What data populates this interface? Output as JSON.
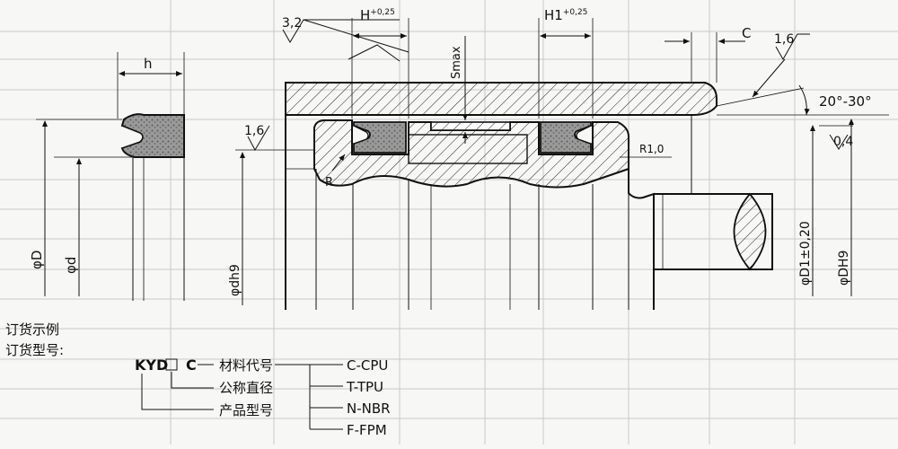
{
  "dimensions": {
    "h": "h",
    "D": "φD",
    "d": "φd",
    "dh9": "φdh9",
    "roughness_left_top": "3,2",
    "roughness_left": "1,6",
    "roughness_right": "1,6",
    "H": "H",
    "H_tol": "+0,25",
    "H1": "H1",
    "H1_tol": "+0,25",
    "Smax": "Smax",
    "C": "C",
    "angle": "20°-30°",
    "tolerance_box": "0,4",
    "R": "R",
    "R1": "R1,0",
    "D1": "φD1±0,20",
    "DH9": "φDH9"
  },
  "order": {
    "title1": "订货示例",
    "title2": "订货型号:",
    "code_prefix": "KYD",
    "code_box": "□",
    "code_suffix": "C",
    "label_material": "材料代号",
    "label_nominal": "公称直径",
    "label_product": "产品型号",
    "materials": [
      "C-CPU",
      "T-TPU",
      "N-NBR",
      "F-FPM"
    ]
  },
  "colors": {
    "ink": "#111111",
    "paper": "#f7f7f5",
    "ghost_grid": "#c9c9c6",
    "seal_fill": "#8a8a8a"
  }
}
